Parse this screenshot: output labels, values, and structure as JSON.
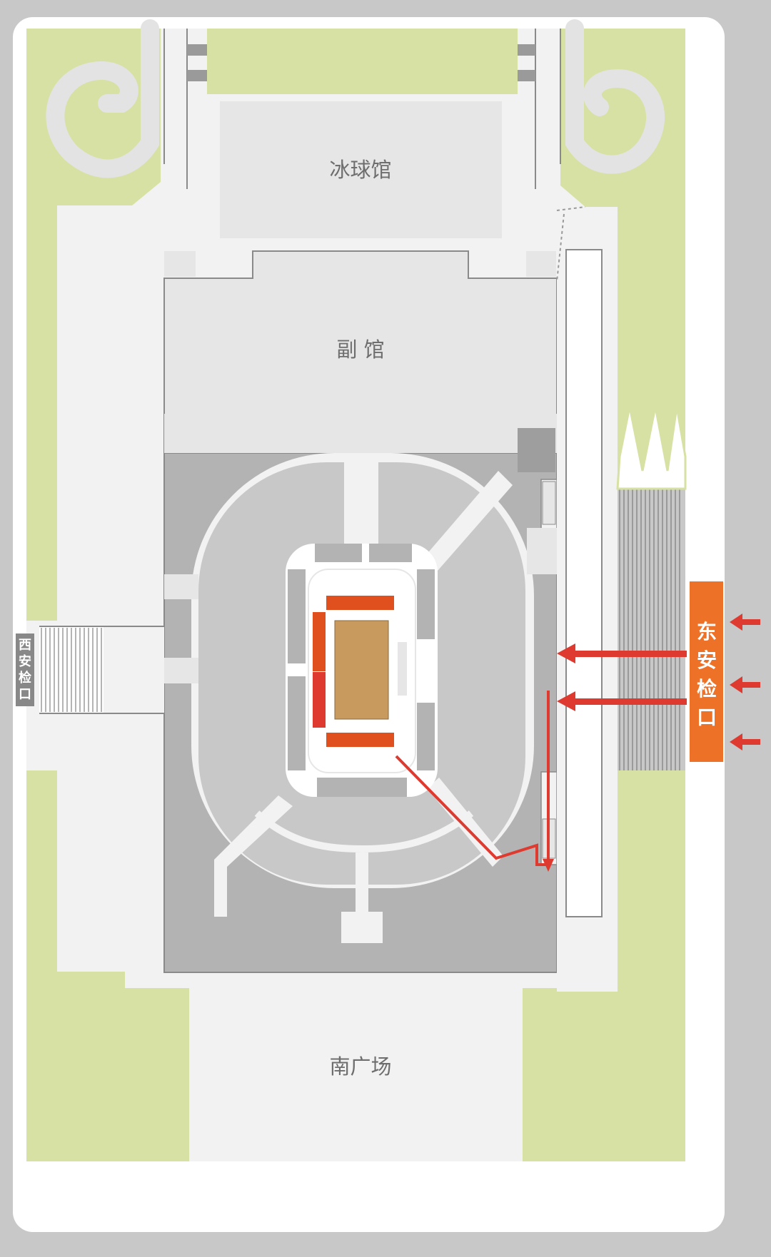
{
  "venue_map": {
    "labels": {
      "ice_hockey_hall": "冰球馆",
      "annex_hall": "副  馆",
      "south_plaza": "南广场"
    },
    "gates": {
      "west": {
        "label": "西安检口",
        "chars": [
          "西",
          "安",
          "检",
          "口"
        ]
      },
      "east": {
        "label": "东安检口",
        "chars": [
          "东",
          "安",
          "检",
          "口"
        ]
      }
    },
    "colors": {
      "frame": "#c8c8c8",
      "card": "#ffffff",
      "green_area": "#d6e1a3",
      "light_ground": "#f2f2f2",
      "building": "#e6e6e6",
      "stand": "#b3b3b3",
      "stand_light": "#c8c8c8",
      "route_red": "#de3a2f",
      "gate_orange": "#ee7128",
      "gate_west_bg": "#888888",
      "court": "#c89a5e",
      "court_seats": "#e0501e"
    }
  }
}
